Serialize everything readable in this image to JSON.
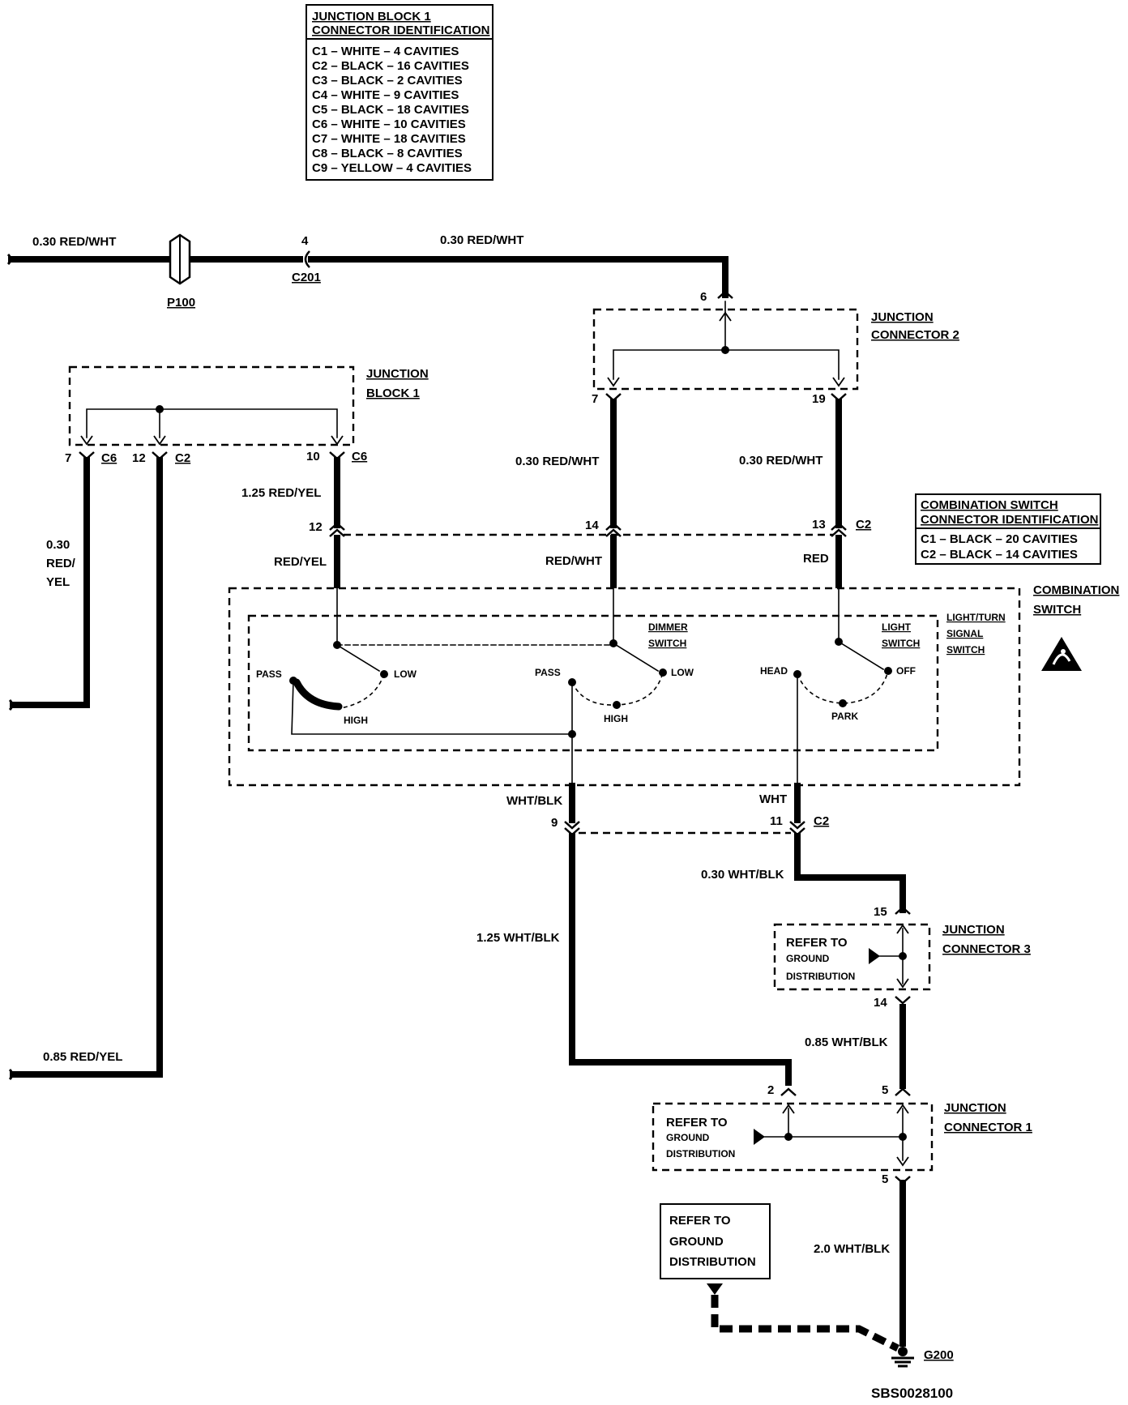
{
  "jb1_table": {
    "title1": "JUNCTION BLOCK 1",
    "title2": "CONNECTOR IDENTIFICATION",
    "rows": [
      "C1 – WHITE – 4 CAVITIES",
      "C2 – BLACK – 16 CAVITIES",
      "C3 – BLACK – 2 CAVITIES",
      "C4 – WHITE – 9 CAVITIES",
      "C5 – BLACK – 18 CAVITIES",
      "C6 – WHITE – 10 CAVITIES",
      "C7 – WHITE – 18 CAVITIES",
      "C8 – BLACK – 8 CAVITIES",
      "C9 – YELLOW – 4 CAVITIES"
    ]
  },
  "cs_table": {
    "title1": "COMBINATION SWITCH",
    "title2": "CONNECTOR IDENTIFICATION",
    "rows": [
      "C1 – BLACK – 20 CAVITIES",
      "C2 – BLACK – 14 CAVITIES"
    ]
  },
  "wires": {
    "top_left": "0.30 RED/WHT",
    "top_right": "0.30 RED/WHT",
    "jc2_left": "0.30 RED/WHT",
    "jc2_right": "0.30 RED/WHT",
    "jb1_c6": "1.25 RED/YEL",
    "left_a1": "0.30",
    "left_a2": "RED/",
    "left_a3": "YEL",
    "left_b": "0.85 RED/YEL",
    "sw_in_1": "RED/YEL",
    "sw_in_2": "RED/WHT",
    "sw_in_3": "RED",
    "sw_out_1": "WHT/BLK",
    "sw_out_2": "WHT",
    "wht_blk_030": "0.30 WHT/BLK",
    "wht_blk_125": "1.25 WHT/BLK",
    "wht_blk_085": "0.85 WHT/BLK",
    "wht_blk_20": "2.0 WHT/BLK"
  },
  "connectors": {
    "p100": "P100",
    "c201": "C201",
    "c201_pin": "4",
    "c6": "C6",
    "c2": "C2",
    "c2_b": "C2",
    "c2_c": "C2",
    "c6_b": "C6",
    "g200": "G200"
  },
  "pins": {
    "jc2_in": "6",
    "jc2_out_a": "7",
    "jc2_out_b": "19",
    "jb1_a": "7",
    "jb1_b": "12",
    "jb1_c": "10",
    "cs_12": "12",
    "cs_14": "14",
    "cs_13": "13",
    "cs_9": "9",
    "cs_11": "11",
    "jc3_in": "15",
    "jc3_out": "14",
    "jc1_a": "2",
    "jc1_b": "5",
    "jc1_out": "5"
  },
  "components": {
    "jc2_a": "JUNCTION",
    "jc2_b": "CONNECTOR 2",
    "jb1_a": "JUNCTION",
    "jb1_b": "BLOCK 1",
    "cs_a": "COMBINATION",
    "cs_b": "SWITCH",
    "dimmer_a": "DIMMER",
    "dimmer_b": "SWITCH",
    "light_a": "LIGHT",
    "light_b": "SWITCH",
    "lts_a": "LIGHT/TURN",
    "lts_b": "SIGNAL",
    "lts_c": "SWITCH",
    "jc3_a": "JUNCTION",
    "jc3_b": "CONNECTOR 3",
    "jc1_a": "JUNCTION",
    "jc1_b": "CONNECTOR 1"
  },
  "switch_positions": {
    "pass1": "PASS",
    "low1": "LOW",
    "high1": "HIGH",
    "pass2": "PASS",
    "low2": "LOW",
    "high2": "HIGH",
    "head": "HEAD",
    "off": "OFF",
    "park": "PARK"
  },
  "ground_refs": {
    "jc3_1": "REFER TO",
    "jc3_2": "GROUND",
    "jc3_3": "DISTRIBUTION",
    "jc1_1": "REFER TO",
    "jc1_2": "GROUND",
    "jc1_3": "DISTRIBUTION",
    "g_1": "REFER TO",
    "g_2": "GROUND",
    "g_3": "DISTRIBUTION"
  },
  "footer": "SBS0028100",
  "icons": [
    "connector-p100-icon",
    "ground-icon",
    "esd-warning-icon",
    "ground-reference-arrow-icon"
  ]
}
